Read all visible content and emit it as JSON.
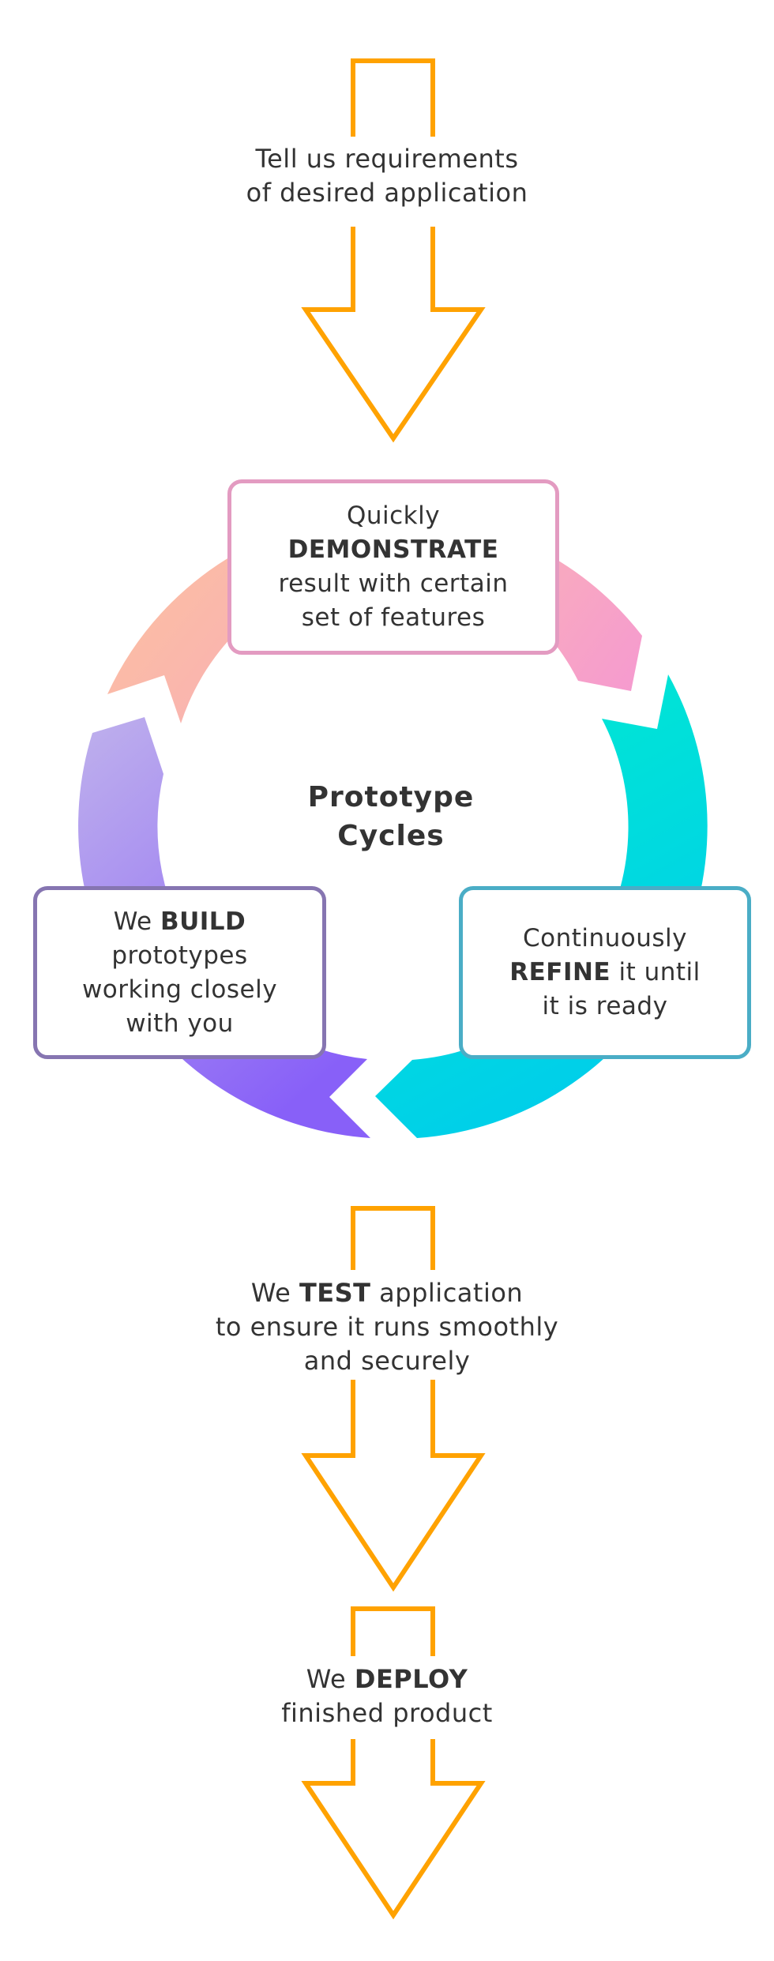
{
  "colors": {
    "arrow_stroke": "#FFA200",
    "text": "#333333",
    "demonstrate_border": "#E39BC1",
    "build_border": "#8675B1",
    "refine_border": "#4AADC6",
    "peach_start": "#FDC1A0",
    "peach_end": "#F8B1B3",
    "pink_start": "#F9ABBE",
    "pink_end": "#F59AD0",
    "teal_start": "#00EDCE",
    "teal_end": "#00CEEA",
    "purple_start": "#BFB1EC",
    "purple_end": "#8860F8"
  },
  "steps": {
    "requirements": {
      "line1": "Tell us requirements",
      "line2": "of desired application"
    },
    "test": {
      "prefix": "We ",
      "bold": "TEST",
      "suffix": " application",
      "line2": "to ensure it runs smoothly",
      "line3": "and securely"
    },
    "deploy": {
      "prefix": "We ",
      "bold": "DEPLOY",
      "line2": "finished product"
    }
  },
  "cycle": {
    "title_line1": "Prototype",
    "title_line2": "Cycles",
    "demonstrate": {
      "line1": "Quickly",
      "bold": "DEMONSTRATE",
      "line3": "result with certain",
      "line4": "set of features"
    },
    "build": {
      "prefix": "We ",
      "bold": "BUILD",
      "line2": "prototypes",
      "line3": "working closely",
      "line4": "with you"
    },
    "refine": {
      "line1": "Continuously",
      "bold": "REFINE",
      "suffix": " it until",
      "line3": "it is ready"
    }
  }
}
